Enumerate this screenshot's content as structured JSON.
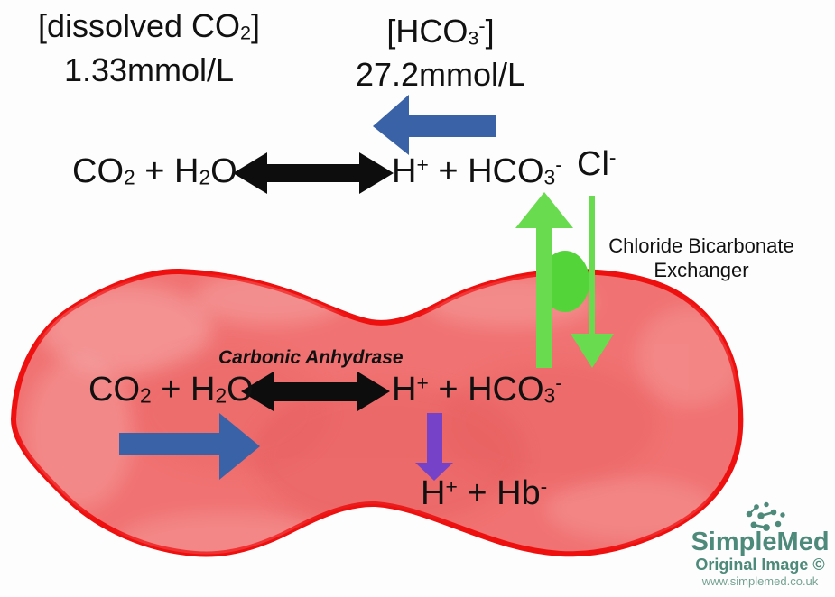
{
  "colors": {
    "blue_arrow": "#3a62a7",
    "green_arrow": "#68db4f",
    "green_protein": "#53d539",
    "purple_arrow": "#7643c8",
    "black_arrow": "#0d0d0d",
    "cell_fill": "#f17272",
    "cell_outline": "#ee0f0f",
    "brand_teal": "#4e8a7a",
    "brand_url_teal": "#75a294"
  },
  "plasma": {
    "dissolved_co2_label": {
      "line1": [
        {
          "t": "[dissolved CO"
        },
        {
          "t": "2",
          "m": "sub"
        },
        {
          "t": "]"
        }
      ],
      "line2": "1.33mmol/L"
    },
    "bicarbonate_label": {
      "line1": [
        {
          "t": "[HCO"
        },
        {
          "t": "3",
          "m": "sub"
        },
        {
          "t": "-",
          "m": "sup"
        },
        {
          "t": "]"
        }
      ],
      "line2": "27.2mmol/L"
    },
    "equation": {
      "left": [
        {
          "t": "CO"
        },
        {
          "t": "2",
          "m": "sub"
        },
        {
          "t": " + H"
        },
        {
          "t": "2",
          "m": "sub"
        },
        {
          "t": "O"
        }
      ],
      "right": [
        {
          "t": "H"
        },
        {
          "t": "+",
          "m": "sup"
        },
        {
          "t": " + HCO"
        },
        {
          "t": "3",
          "m": "sub"
        },
        {
          "t": "-",
          "m": "sup"
        }
      ]
    },
    "chloride_ion": [
      {
        "t": "Cl"
      },
      {
        "t": "-",
        "m": "sup"
      }
    ],
    "exchanger_label": {
      "line1": "Chloride Bicarbonate",
      "line2": "Exchanger"
    }
  },
  "cell": {
    "enzyme_label": "Carbonic Anhydrase",
    "equation": {
      "left": [
        {
          "t": "CO"
        },
        {
          "t": "2",
          "m": "sub"
        },
        {
          "t": " + H"
        },
        {
          "t": "2",
          "m": "sub"
        },
        {
          "t": "O"
        }
      ],
      "right": [
        {
          "t": "H"
        },
        {
          "t": "+",
          "m": "sup"
        },
        {
          "t": " + HCO"
        },
        {
          "t": "3",
          "m": "sub"
        },
        {
          "t": "-",
          "m": "sup"
        }
      ]
    },
    "buffer_product": [
      {
        "t": "H"
      },
      {
        "t": "+",
        "m": "sup"
      },
      {
        "t": " + Hb"
      },
      {
        "t": "-",
        "m": "sup"
      }
    ]
  },
  "watermark": {
    "brand": "SimpleMed",
    "notice": "Original Image ©",
    "url": "www.simplemed.co.uk"
  }
}
